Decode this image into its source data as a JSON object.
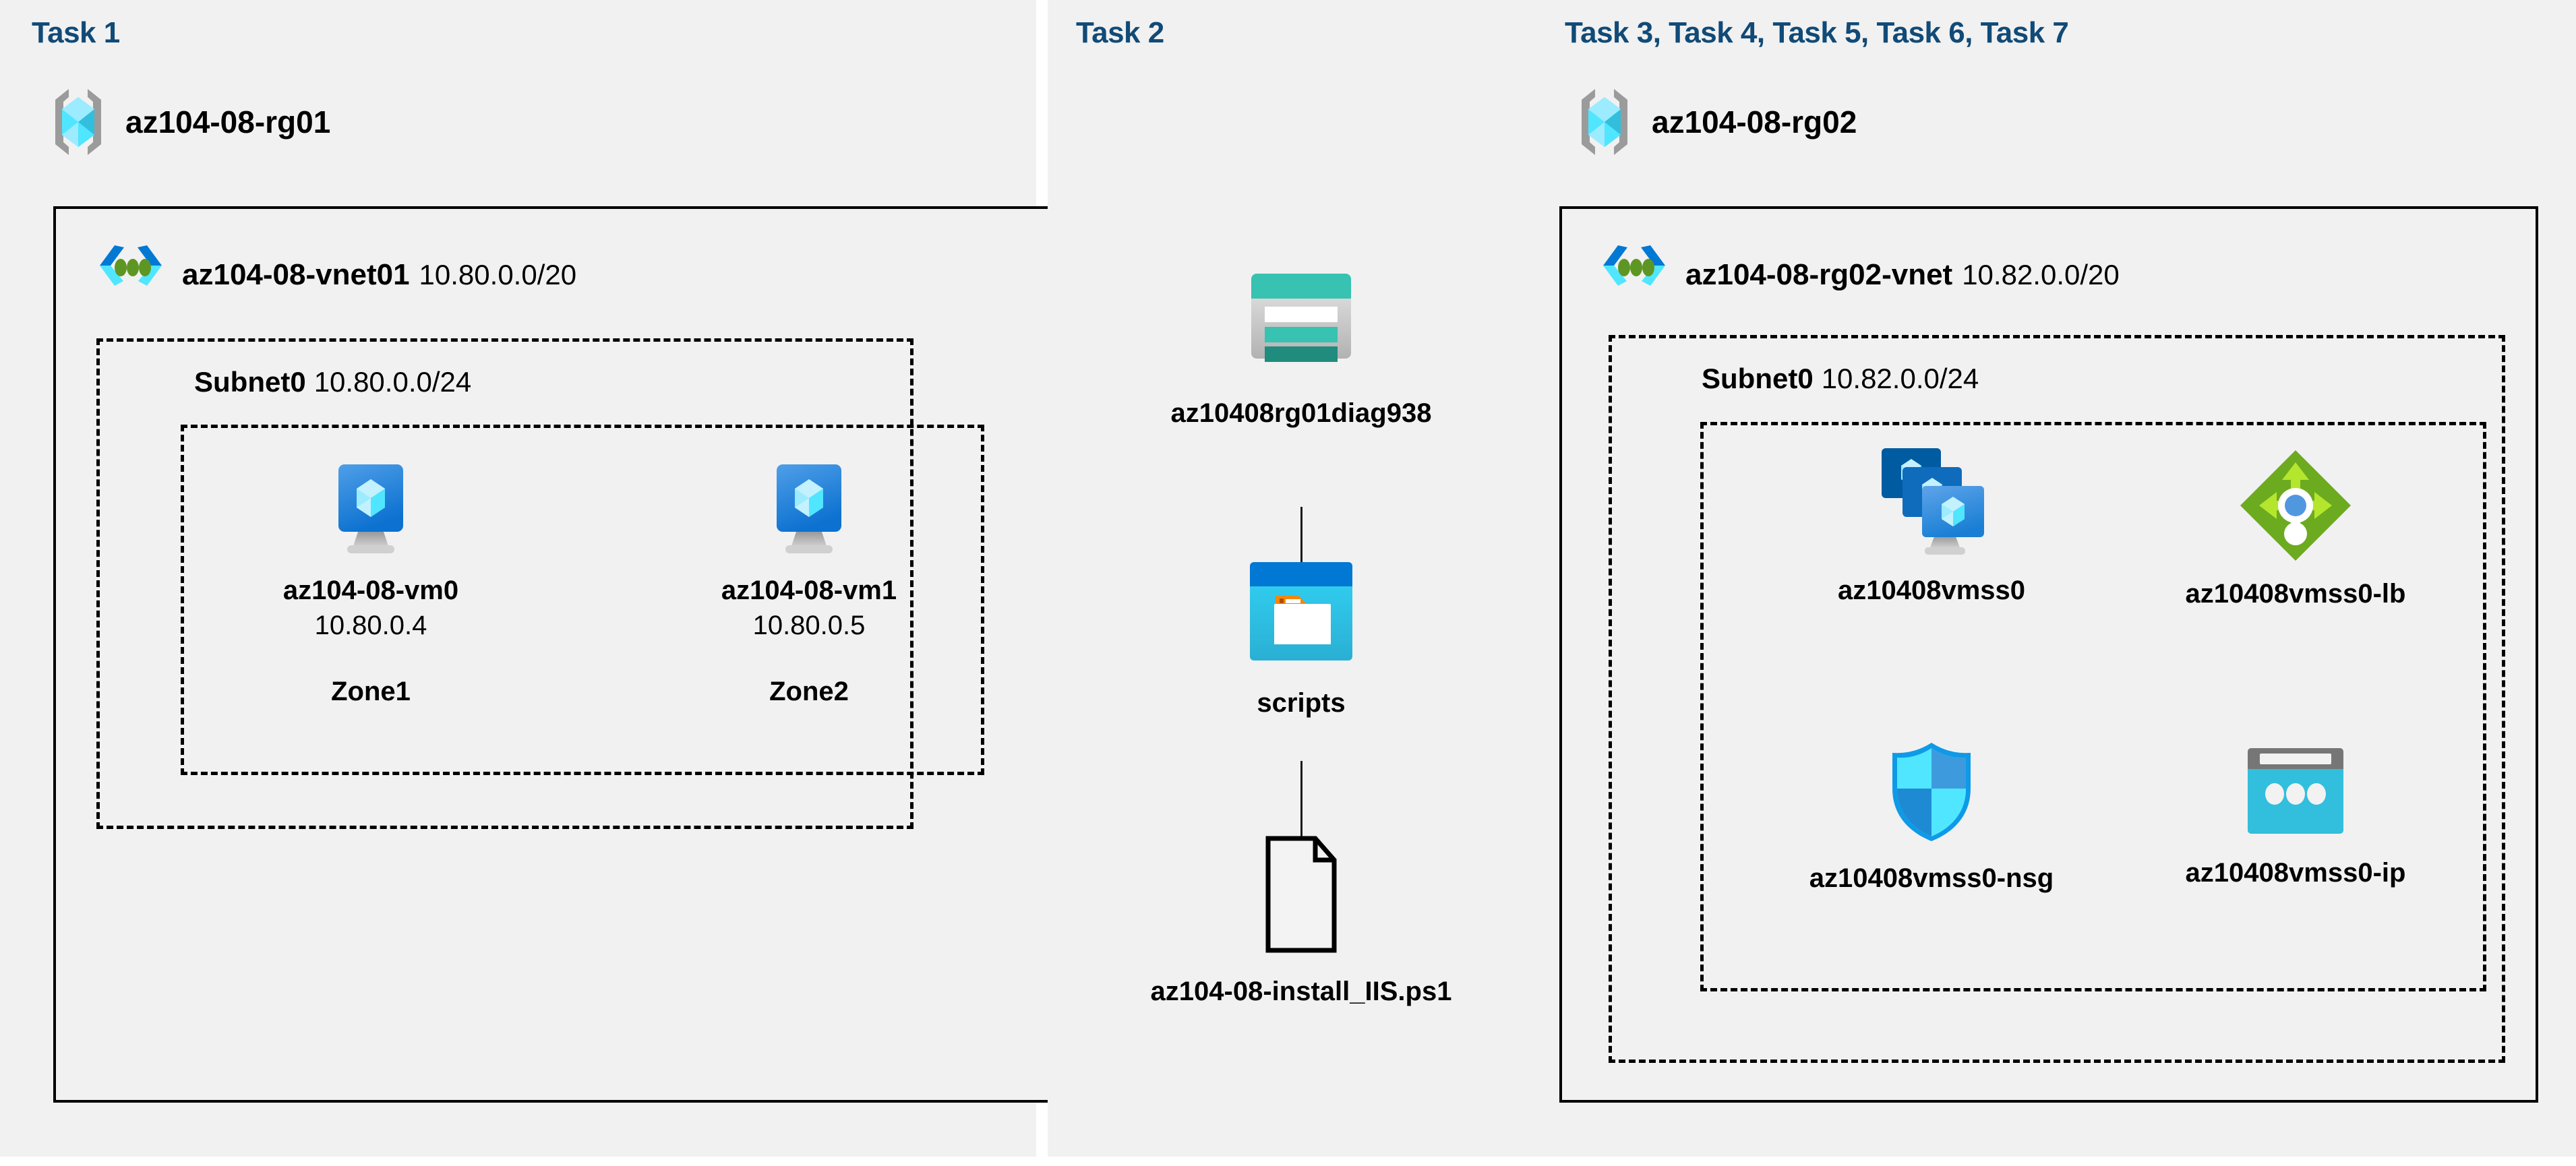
{
  "diagram": {
    "title_color": "#114a77",
    "panel_bg": "#f1f1f1",
    "border_color": "#000000"
  },
  "panels": [
    {
      "id": "task1",
      "title": "Task 1",
      "resource_group": {
        "name": "az104-08-rg01",
        "icon": "resource-group-icon"
      },
      "vnet": {
        "name": "az104-08-vnet01",
        "cidr": "10.80.0.0/20",
        "icon": "virtual-network-icon"
      },
      "subnet": {
        "name": "Subnet0",
        "cidr": "10.80.0.0/24"
      },
      "vms": [
        {
          "name": "az104-08-vm0",
          "ip": "10.80.0.4",
          "zone": "Zone1",
          "icon": "virtual-machine-icon"
        },
        {
          "name": "az104-08-vm1",
          "ip": "10.80.0.5",
          "zone": "Zone2",
          "icon": "virtual-machine-icon"
        }
      ]
    },
    {
      "id": "task2",
      "title": "Task 2",
      "items": [
        {
          "name": "az10408rg01diag938",
          "icon": "storage-account-icon"
        },
        {
          "name": "scripts",
          "icon": "blob-container-icon"
        },
        {
          "name": "az104-08-install_IIS.ps1",
          "icon": "file-icon"
        }
      ]
    },
    {
      "id": "task3",
      "title": "Task 3, Task 4, Task 5, Task 6, Task 7",
      "resource_group": {
        "name": "az104-08-rg02",
        "icon": "resource-group-icon"
      },
      "vnet": {
        "name": "az104-08-rg02-vnet",
        "cidr": "10.82.0.0/20",
        "icon": "virtual-network-icon"
      },
      "subnet": {
        "name": "Subnet0",
        "cidr": "10.82.0.0/24"
      },
      "resources": [
        {
          "name": "az10408vmss0",
          "icon": "vm-scale-set-icon"
        },
        {
          "name": "az10408vmss0-lb",
          "icon": "load-balancer-icon"
        },
        {
          "name": "az10408vmss0-nsg",
          "icon": "network-security-group-icon"
        },
        {
          "name": "az10408vmss0-ip",
          "icon": "public-ip-address-icon"
        }
      ]
    }
  ],
  "colors": {
    "azure_blue": "#0078d4",
    "cyan": "#32bedd",
    "light_cyan": "#9cebff",
    "teal": "#37c2b1",
    "dark_teal": "#1f8c7e",
    "green": "#6cab1f",
    "light_green": "#b4e62e",
    "gray": "#949494",
    "navy_title": "#114a77"
  }
}
